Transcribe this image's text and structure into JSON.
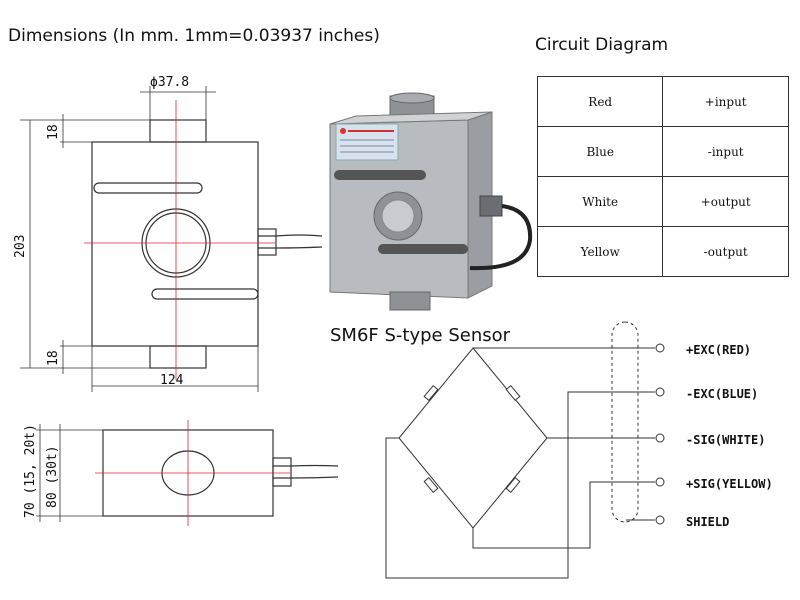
{
  "header": {
    "title": "Dimensions   (In mm. 1mm=0.03937 inches)",
    "circuit_title": "Circuit Diagram",
    "sensor_caption": "SM6F S-type Sensor"
  },
  "dimensions": {
    "diameter": "ϕ37.8",
    "height": "203",
    "top_lug": "18",
    "bottom_lug": "18",
    "width": "124",
    "thickness_outer": "70 (15, 20t)",
    "thickness_inner": "80 (30t)"
  },
  "wire_table": [
    {
      "color": "Red",
      "function": "+input"
    },
    {
      "color": "Blue",
      "function": "-input"
    },
    {
      "color": "White",
      "function": "+output"
    },
    {
      "color": "Yellow",
      "function": "-output"
    }
  ],
  "wiring": {
    "terminals": [
      "+EXC(RED)",
      "-EXC(BLUE)",
      "-SIG(WHITE)",
      "+SIG(YELLOW)",
      "SHIELD"
    ]
  },
  "colors": {
    "line": "#333333",
    "centerline": "#e0242e",
    "sensor_body": "#b8bcc0"
  }
}
